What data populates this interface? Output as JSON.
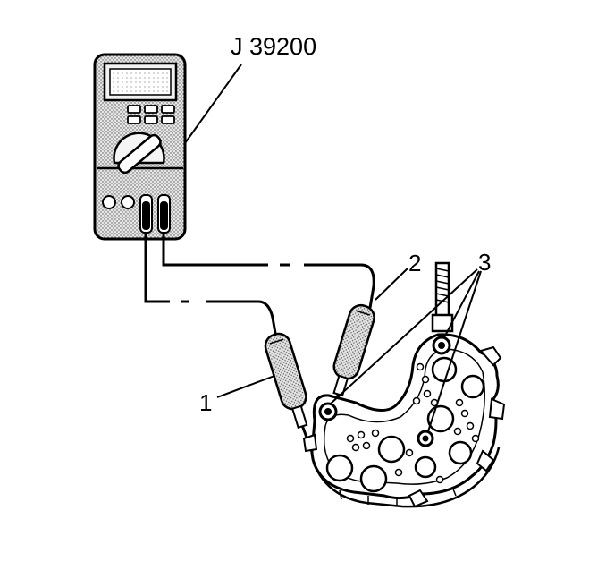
{
  "labels": {
    "tool": "J 39200",
    "probe_1": "1",
    "probe_2": "2",
    "terminals": "3"
  },
  "colors": {
    "ink": "#000000",
    "body_fill": "#c8c8c8",
    "paper": "#ffffff"
  },
  "icons": {
    "meter": "digital-multimeter-icon",
    "rectifier": "rectifier-bridge-icon"
  }
}
